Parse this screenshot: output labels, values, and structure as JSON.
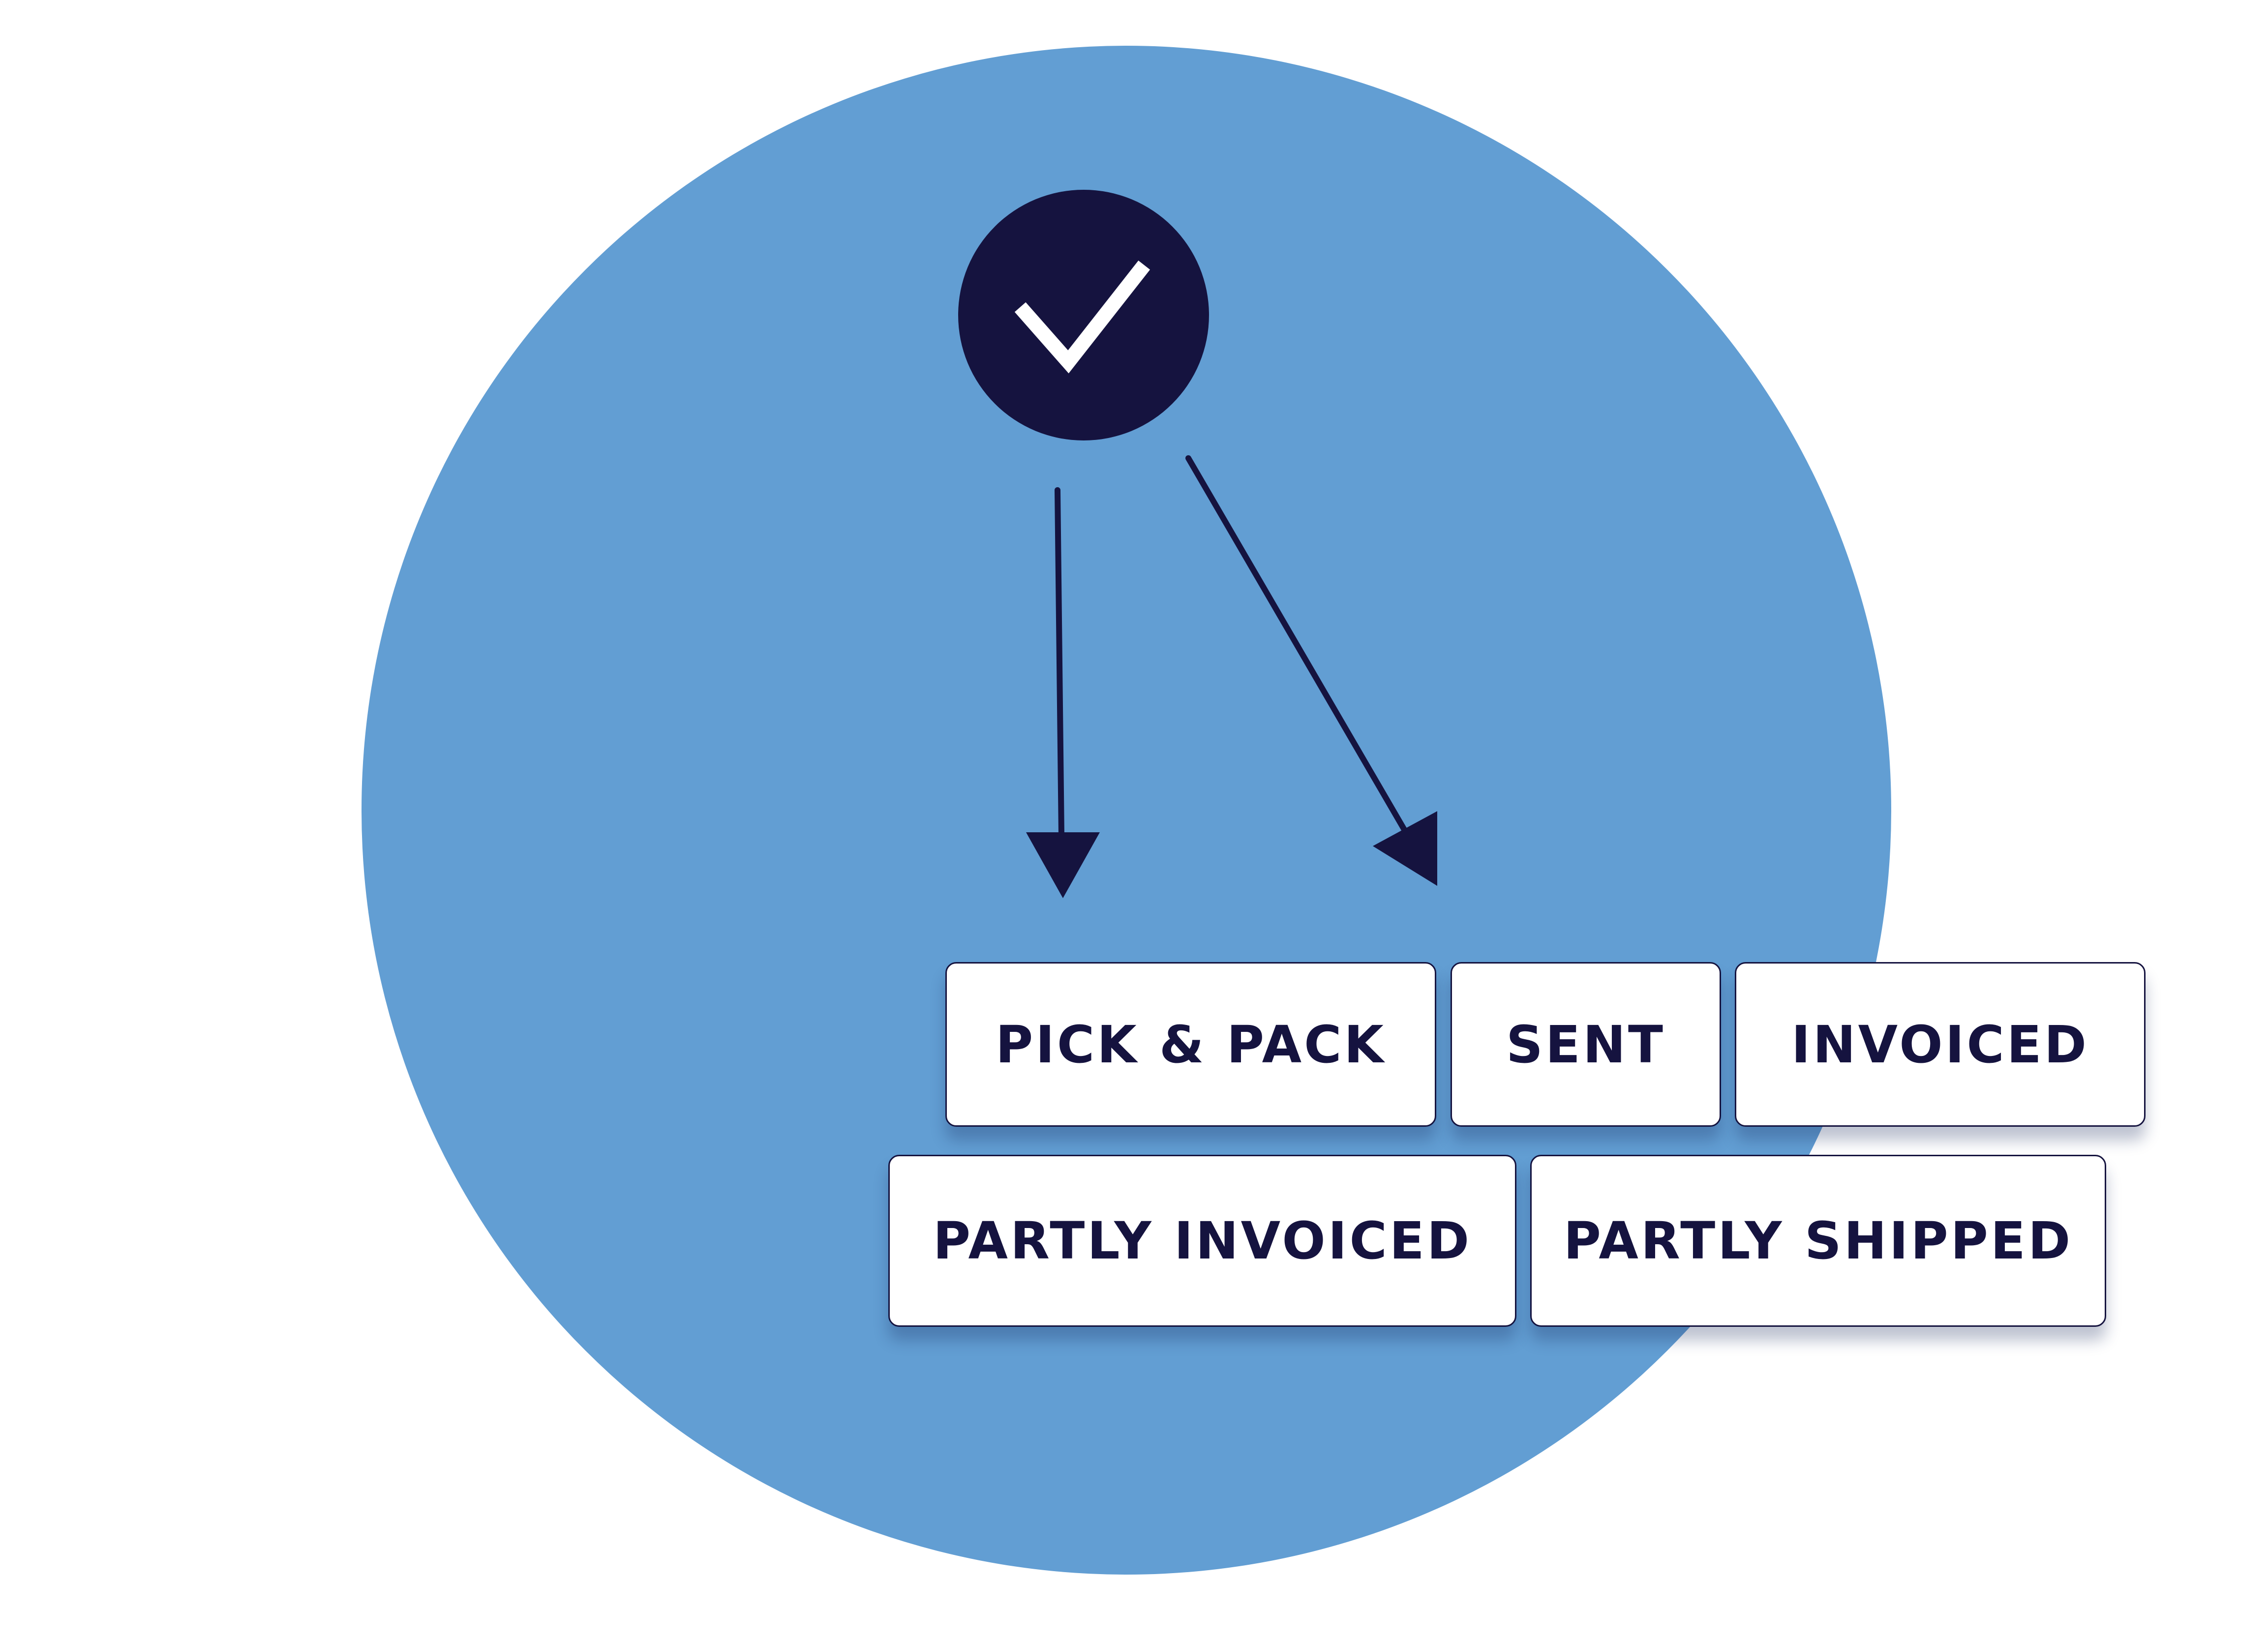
{
  "colors": {
    "background": "#ffffff",
    "circle": "#629ed3",
    "navy": "#15133f",
    "check": "#ffffff"
  },
  "icons": {
    "top": "checkmark-icon",
    "arrows": "arrow-down-icon"
  },
  "statuses": {
    "pick_pack": "PICK & PACK",
    "sent": "SENT",
    "invoiced": "INVOICED",
    "partly_invoiced": "PARTLY INVOICED",
    "partly_shipped": "PARTLY SHIPPED"
  }
}
